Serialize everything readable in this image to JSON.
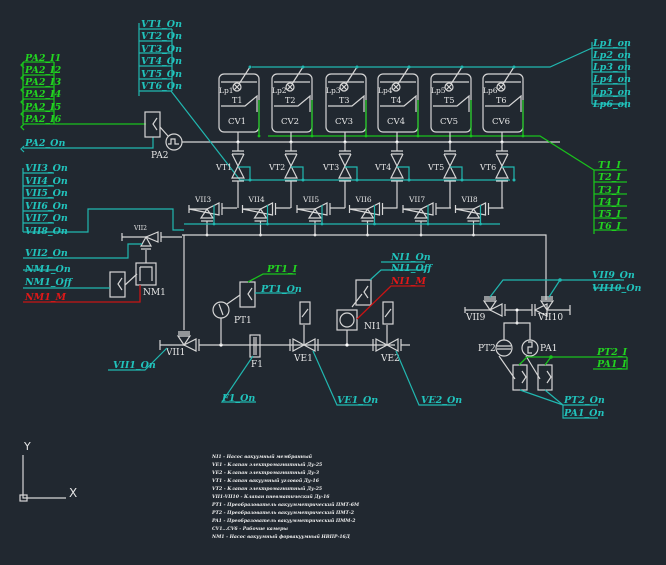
{
  "colors": {
    "background": "#212830",
    "equipment": "#d6d6d6",
    "signal_on": "#21b7b0",
    "signal_current": "#19c21c",
    "signal_alarm": "#c81414"
  },
  "signals": {
    "vt_on": [
      "VT1_On",
      "VT2_On",
      "VT3_On",
      "VT4_On",
      "VT5_On",
      "VT6_On"
    ],
    "pa2_inputs": [
      "PA2_I1",
      "PA2_I2",
      "PA2_I3",
      "PA2_I4",
      "PA2_I5",
      "PA2_I6"
    ],
    "pa2_on": "PA2_On",
    "lp_on": [
      "Lp1_on",
      "Lp2_on",
      "Lp3_on",
      "Lp4_on",
      "Lp5_on",
      "Lp6_on"
    ],
    "t_i": [
      "T1_I",
      "T2_I",
      "T3_I",
      "T4_I",
      "T5_I",
      "T6_I"
    ],
    "vii_on": [
      "VII3_On",
      "VII4_On",
      "VII5_On",
      "VII6_On",
      "VII7_On",
      "VII8_On"
    ],
    "vii2_on": "VII2_On",
    "nm1": [
      "NM1_On",
      "NM1_Off"
    ],
    "nm1_m": "NM1_M",
    "pt1_i": "PT1_I",
    "pt1_on": "PT1_On",
    "ni1": [
      "NI1_On",
      "NI1_Off"
    ],
    "ni1_m": "NI1_M",
    "vii9_on": "VII9_On",
    "vii10_on": "VII10_On",
    "pt2_i": "PT2_I",
    "pa1_i": "PA1_I",
    "pt2_on": "PT2_On",
    "pa1_on": "PA1_On",
    "vii1_on": "VII1_On",
    "f1_on": "F1_On",
    "ve1_on": "VE1_On",
    "ve2_on": "VE2_On"
  },
  "equipment": {
    "chambers": [
      {
        "lamp": "Lp1",
        "sensor": "T1",
        "name": "CV1"
      },
      {
        "lamp": "Lp2",
        "sensor": "T2",
        "name": "CV2"
      },
      {
        "lamp": "Lp3",
        "sensor": "T3",
        "name": "CV3"
      },
      {
        "lamp": "Lp4",
        "sensor": "T4",
        "name": "CV4"
      },
      {
        "lamp": "Lp5",
        "sensor": "T5",
        "name": "CV5"
      },
      {
        "lamp": "Lp6",
        "sensor": "T6",
        "name": "CV6"
      }
    ],
    "vt_valves": [
      "VT1",
      "VT2",
      "VT3",
      "VT4",
      "VT5",
      "VT6"
    ],
    "vii_valves": [
      "VII3",
      "VII4",
      "VII5",
      "VII6",
      "VII7",
      "VII8"
    ],
    "labels": {
      "pa2": "PA2",
      "vii2": "VII2",
      "nm1": "NM1",
      "pt1": "PT1",
      "ni1": "NI1",
      "vii1": "VII1",
      "f1": "F1",
      "ve1": "VE1",
      "ve2": "VE2",
      "vii9": "VII9",
      "vii10": "VII10",
      "pt2": "PT2",
      "pa1": "PA1"
    }
  },
  "ucs": {
    "x_label": "X",
    "y_label": "Y"
  },
  "legend": [
    "NI1 - Насос вакуумный мембранный",
    "VE1 - Клапан электромагнитный Ду-25",
    "VE2 - Клапан электромагнитный Ду-3",
    "VT1 - Клапан вакуумный угловой Ду-16",
    "VT2 - Клапан электромагнитный Ду-25",
    "VII1-VII10 - Клапан пневматический Ду-16",
    "PT1 - Преобразователь вакуумметрический ПМТ-6М",
    "PT2 - Преобразователь вакуумметрический ПМТ-2",
    "PA1 - Преобразователь вакуумметрический ПММ-2",
    "CV1...CV6 - Рабочие камеры",
    "NM1 - Насос вакуумный форвакуумный НВПР-16Д"
  ]
}
